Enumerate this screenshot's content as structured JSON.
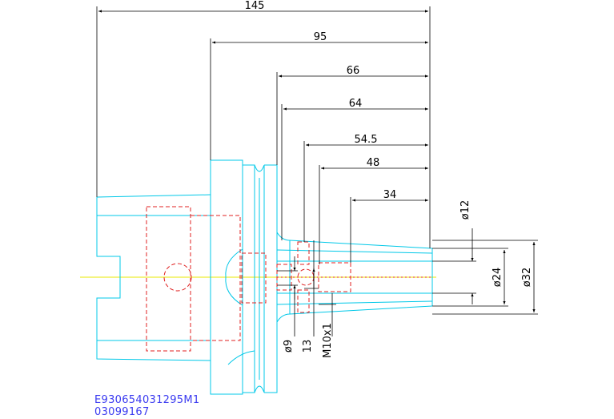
{
  "colors": {
    "outline": "#00c8e8",
    "hidden": "#e02020",
    "centerline": "#e8e800",
    "dimension": "#000000",
    "part_code": "#3a3af0"
  },
  "dimensions": {
    "horizontal": [
      "145",
      "95",
      "66",
      "64",
      "54.5",
      "48",
      "34"
    ],
    "vertical_right": [
      "ø12",
      "ø24",
      "ø32"
    ],
    "vertical_bottom": [
      "ø9",
      "13",
      "M10x1"
    ]
  },
  "part_code": {
    "line1": "E930654031295M1",
    "line2": "03099167"
  }
}
